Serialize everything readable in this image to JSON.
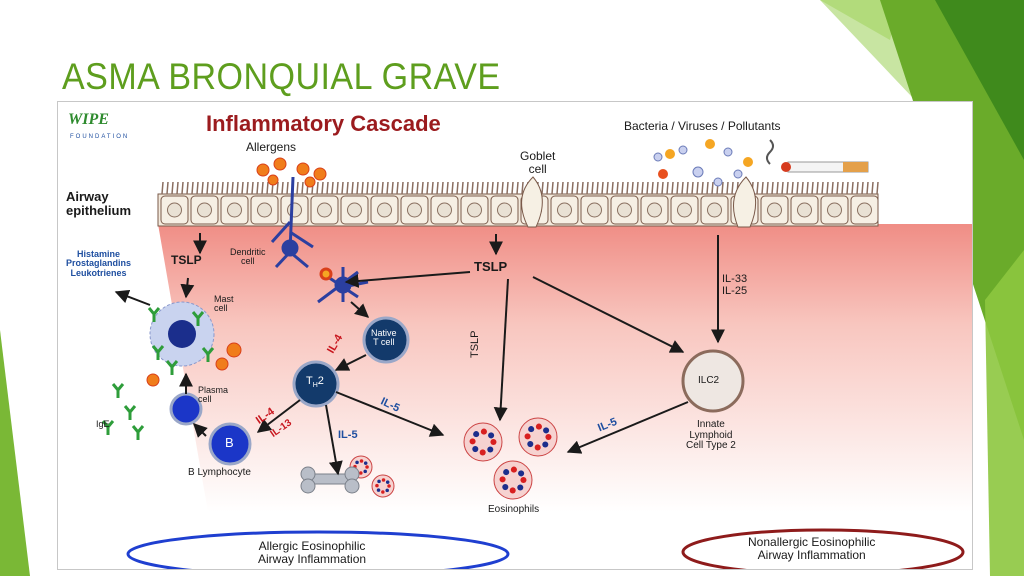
{
  "slide": {
    "title": "ASMA BRONQUIAL GRAVE",
    "accent_color": "#5e9e1e"
  },
  "figure": {
    "logo": {
      "text": "WIPE",
      "subtext": "FOUNDATION",
      "icon": "world-logo-icon"
    },
    "header": "Inflammatory Cascade",
    "triggers": "Bacteria / Viruses / Pollutants",
    "allergens": "Allergens",
    "goblet_cell": "Goblet\ncell",
    "airway_epithelium": "Airway\nepithelium",
    "dendritic_cell": "Dendritic\ncell",
    "tslp_left": "TSLP",
    "tslp_center": "TSLP",
    "tslp_vertical": "TSLP",
    "mediators": "Histamine\nProstaglandins\nLeukotrienes",
    "mast_cell": "Mast\ncell",
    "native_t_cell": "Native\nT cell",
    "th2": "T",
    "th2_sub_h": "H",
    "th2_suffix": "2",
    "il4_upper": "IL-4",
    "il4_lower": "IL-4",
    "il13": "IL-13",
    "il5_th2": "IL-5",
    "il5_bone": "IL-5",
    "il5_ilc2": "IL-5",
    "il33_il25": "IL-33\nIL-25",
    "ilc2": "ILC2",
    "ilc2_desc": "Innate\nLymphoid\nCell Type 2",
    "plasma_cell": "Plasma\ncell",
    "ige": "IgE",
    "b_cell": "B",
    "b_lymphocyte": "B Lymphocyte",
    "eosinophils": "Eosinophils",
    "allergic_pathway": "Allergic Eosinophilic\nAirway Inflammation",
    "nonallergic_pathway": "Nonallergic Eosinophilic\nAirway Inflammation",
    "colors": {
      "header": "#9b1b1e",
      "label_blue": "#1f4fa0",
      "label_red": "#c8161e",
      "allergic_ellipse": "#1f3fd0",
      "nonallergic_ellipse": "#8e1b1b",
      "tissue_gradient_top": "#f3a49b"
    }
  }
}
